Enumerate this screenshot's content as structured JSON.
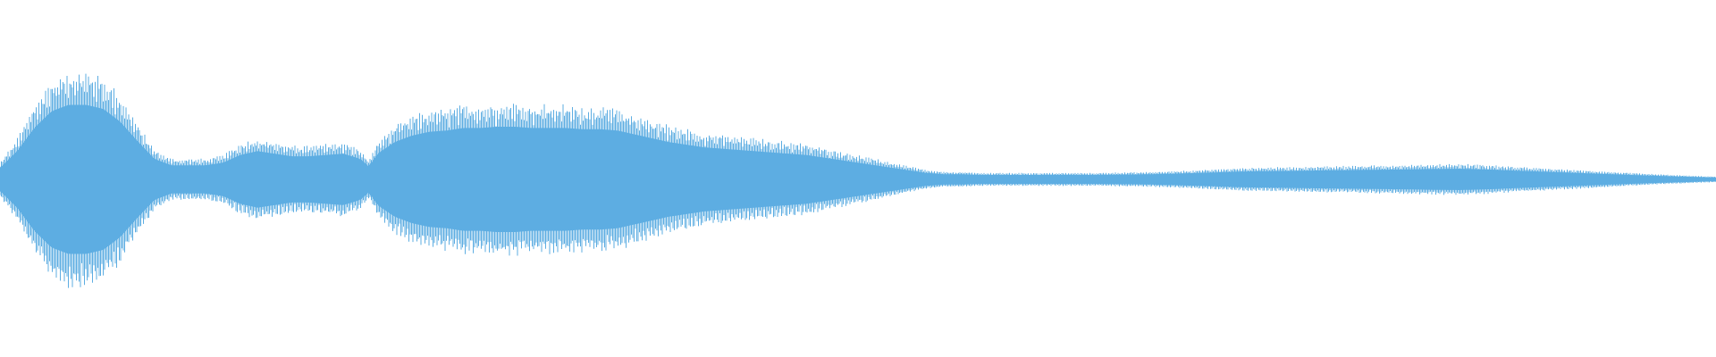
{
  "waveform": {
    "color": "#5dade2",
    "background": "#ffffff",
    "envelope": [
      [
        0.0,
        0.09
      ],
      [
        0.01,
        0.22
      ],
      [
        0.02,
        0.4
      ],
      [
        0.03,
        0.53
      ],
      [
        0.04,
        0.58
      ],
      [
        0.05,
        0.58
      ],
      [
        0.06,
        0.55
      ],
      [
        0.07,
        0.45
      ],
      [
        0.08,
        0.3
      ],
      [
        0.09,
        0.16
      ],
      [
        0.1,
        0.11
      ],
      [
        0.11,
        0.11
      ],
      [
        0.12,
        0.11
      ],
      [
        0.13,
        0.13
      ],
      [
        0.14,
        0.19
      ],
      [
        0.15,
        0.22
      ],
      [
        0.16,
        0.2
      ],
      [
        0.17,
        0.18
      ],
      [
        0.18,
        0.18
      ],
      [
        0.19,
        0.19
      ],
      [
        0.2,
        0.2
      ],
      [
        0.21,
        0.16
      ],
      [
        0.215,
        0.1
      ],
      [
        0.22,
        0.2
      ],
      [
        0.23,
        0.29
      ],
      [
        0.24,
        0.34
      ],
      [
        0.25,
        0.37
      ],
      [
        0.26,
        0.38
      ],
      [
        0.27,
        0.4
      ],
      [
        0.28,
        0.4
      ],
      [
        0.29,
        0.41
      ],
      [
        0.3,
        0.41
      ],
      [
        0.31,
        0.4
      ],
      [
        0.32,
        0.4
      ],
      [
        0.33,
        0.4
      ],
      [
        0.34,
        0.39
      ],
      [
        0.35,
        0.39
      ],
      [
        0.36,
        0.38
      ],
      [
        0.37,
        0.35
      ],
      [
        0.38,
        0.32
      ],
      [
        0.39,
        0.29
      ],
      [
        0.4,
        0.27
      ],
      [
        0.41,
        0.25
      ],
      [
        0.42,
        0.24
      ],
      [
        0.43,
        0.23
      ],
      [
        0.44,
        0.22
      ],
      [
        0.45,
        0.21
      ],
      [
        0.46,
        0.2
      ],
      [
        0.47,
        0.19
      ],
      [
        0.48,
        0.17
      ],
      [
        0.49,
        0.15
      ],
      [
        0.5,
        0.13
      ],
      [
        0.51,
        0.11
      ],
      [
        0.52,
        0.09
      ],
      [
        0.53,
        0.07
      ],
      [
        0.54,
        0.05
      ],
      [
        0.55,
        0.04
      ],
      [
        0.56,
        0.04
      ],
      [
        0.57,
        0.035
      ],
      [
        0.58,
        0.035
      ],
      [
        0.59,
        0.035
      ],
      [
        0.6,
        0.035
      ],
      [
        0.61,
        0.035
      ],
      [
        0.62,
        0.035
      ],
      [
        0.63,
        0.035
      ],
      [
        0.64,
        0.035
      ],
      [
        0.65,
        0.037
      ],
      [
        0.66,
        0.038
      ],
      [
        0.67,
        0.04
      ],
      [
        0.68,
        0.043
      ],
      [
        0.69,
        0.047
      ],
      [
        0.7,
        0.051
      ],
      [
        0.71,
        0.055
      ],
      [
        0.72,
        0.06
      ],
      [
        0.73,
        0.063
      ],
      [
        0.74,
        0.065
      ],
      [
        0.75,
        0.066
      ],
      [
        0.76,
        0.068
      ],
      [
        0.77,
        0.07
      ],
      [
        0.78,
        0.072
      ],
      [
        0.79,
        0.073
      ],
      [
        0.8,
        0.075
      ],
      [
        0.81,
        0.076
      ],
      [
        0.82,
        0.078
      ],
      [
        0.83,
        0.08
      ],
      [
        0.84,
        0.082
      ],
      [
        0.85,
        0.083
      ],
      [
        0.86,
        0.08
      ],
      [
        0.87,
        0.076
      ],
      [
        0.88,
        0.07
      ],
      [
        0.89,
        0.065
      ],
      [
        0.9,
        0.06
      ],
      [
        0.91,
        0.055
      ],
      [
        0.92,
        0.05
      ],
      [
        0.93,
        0.045
      ],
      [
        0.94,
        0.04
      ],
      [
        0.95,
        0.035
      ],
      [
        0.96,
        0.03
      ],
      [
        0.97,
        0.026
      ],
      [
        0.98,
        0.022
      ],
      [
        0.99,
        0.018
      ],
      [
        1.0,
        0.015
      ]
    ]
  }
}
